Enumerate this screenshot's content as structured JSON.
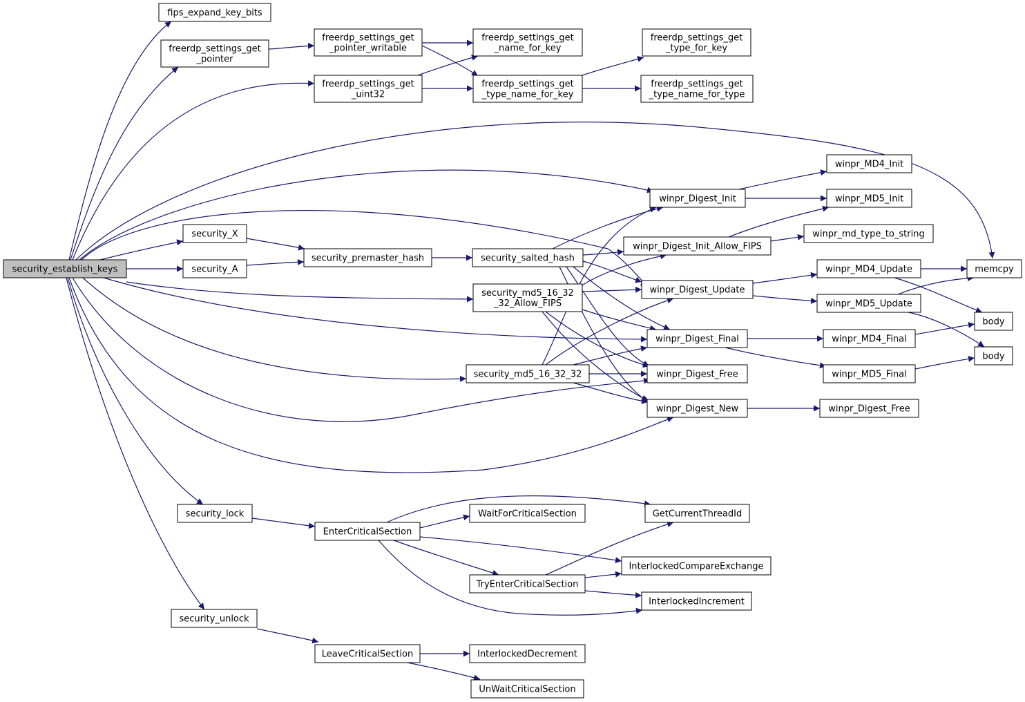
{
  "nodes": [
    {
      "id": "root",
      "lines": [
        "security_establish_keys"
      ],
      "root": true
    },
    {
      "id": "fips",
      "lines": [
        "fips_expand_key_bits"
      ]
    },
    {
      "id": "fs_get_ptr",
      "lines": [
        "freerdp_settings_get",
        "_pointer"
      ]
    },
    {
      "id": "fs_get_ptr_w",
      "lines": [
        "freerdp_settings_get",
        "_pointer_writable"
      ]
    },
    {
      "id": "fs_get_u32",
      "lines": [
        "freerdp_settings_get",
        "_uint32"
      ]
    },
    {
      "id": "fs_name_for_key",
      "lines": [
        "freerdp_settings_get",
        "_name_for_key"
      ]
    },
    {
      "id": "fs_type_name_for_key",
      "lines": [
        "freerdp_settings_get",
        "_type_name_for_key"
      ]
    },
    {
      "id": "fs_type_for_key",
      "lines": [
        "freerdp_settings_get",
        "_type_for_key"
      ]
    },
    {
      "id": "fs_type_name_for_type",
      "lines": [
        "freerdp_settings_get",
        "_type_name_for_type"
      ]
    },
    {
      "id": "memcpy",
      "lines": [
        "memcpy"
      ]
    },
    {
      "id": "md4_init",
      "lines": [
        "winpr_MD4_Init"
      ]
    },
    {
      "id": "digest_init",
      "lines": [
        "winpr_Digest_Init"
      ]
    },
    {
      "id": "md5_init",
      "lines": [
        "winpr_MD5_Init"
      ]
    },
    {
      "id": "security_x",
      "lines": [
        "security_X"
      ]
    },
    {
      "id": "security_a",
      "lines": [
        "security_A"
      ]
    },
    {
      "id": "premaster",
      "lines": [
        "security_premaster_hash"
      ]
    },
    {
      "id": "salted",
      "lines": [
        "security_salted_hash"
      ]
    },
    {
      "id": "digest_init_fips",
      "lines": [
        "winpr_Digest_Init_Allow_FIPS"
      ]
    },
    {
      "id": "md_type_str",
      "lines": [
        "winpr_md_type_to_string"
      ]
    },
    {
      "id": "md5_fips",
      "lines": [
        "security_md5_16_32",
        "_32_Allow_FIPS"
      ]
    },
    {
      "id": "digest_update",
      "lines": [
        "winpr_Digest_Update"
      ]
    },
    {
      "id": "md4_update",
      "lines": [
        "winpr_MD4_Update"
      ]
    },
    {
      "id": "md5_update",
      "lines": [
        "winpr_MD5_Update"
      ]
    },
    {
      "id": "body1",
      "lines": [
        "body"
      ]
    },
    {
      "id": "body2",
      "lines": [
        "body"
      ]
    },
    {
      "id": "digest_final",
      "lines": [
        "winpr_Digest_Final"
      ]
    },
    {
      "id": "md4_final",
      "lines": [
        "winpr_MD4_Final"
      ]
    },
    {
      "id": "md5_final",
      "lines": [
        "winpr_MD5_Final"
      ]
    },
    {
      "id": "md5_163232",
      "lines": [
        "security_md5_16_32_32"
      ]
    },
    {
      "id": "digest_free",
      "lines": [
        "winpr_Digest_Free"
      ]
    },
    {
      "id": "digest_new",
      "lines": [
        "winpr_Digest_New"
      ]
    },
    {
      "id": "digest_free2",
      "lines": [
        "winpr_Digest_Free"
      ]
    },
    {
      "id": "security_lock",
      "lines": [
        "security_lock"
      ]
    },
    {
      "id": "enter_cs",
      "lines": [
        "EnterCriticalSection"
      ]
    },
    {
      "id": "wait_cs",
      "lines": [
        "WaitForCriticalSection"
      ]
    },
    {
      "id": "get_tid",
      "lines": [
        "GetCurrentThreadId"
      ]
    },
    {
      "id": "interlocked_cx",
      "lines": [
        "InterlockedCompareExchange"
      ]
    },
    {
      "id": "try_enter_cs",
      "lines": [
        "TryEnterCriticalSection"
      ]
    },
    {
      "id": "interlocked_inc",
      "lines": [
        "InterlockedIncrement"
      ]
    },
    {
      "id": "security_unlock",
      "lines": [
        "security_unlock"
      ]
    },
    {
      "id": "leave_cs",
      "lines": [
        "LeaveCriticalSection"
      ]
    },
    {
      "id": "interlocked_dec",
      "lines": [
        "InterlockedDecrement"
      ]
    },
    {
      "id": "unwait_cs",
      "lines": [
        "UnWaitCriticalSection"
      ]
    }
  ],
  "edges": [
    [
      "root",
      "fips"
    ],
    [
      "root",
      "fs_get_ptr"
    ],
    [
      "root",
      "fs_get_u32"
    ],
    [
      "root",
      "memcpy"
    ],
    [
      "root",
      "digest_init"
    ],
    [
      "root",
      "digest_update"
    ],
    [
      "root",
      "security_x"
    ],
    [
      "root",
      "security_a"
    ],
    [
      "root",
      "md5_fips"
    ],
    [
      "root",
      "digest_final"
    ],
    [
      "root",
      "md5_163232"
    ],
    [
      "root",
      "digest_free"
    ],
    [
      "root",
      "digest_new"
    ],
    [
      "root",
      "security_lock"
    ],
    [
      "root",
      "security_unlock"
    ],
    [
      "fs_get_ptr",
      "fs_get_ptr_w"
    ],
    [
      "fs_get_ptr_w",
      "fs_name_for_key"
    ],
    [
      "fs_get_ptr_w",
      "fs_type_name_for_key"
    ],
    [
      "fs_get_u32",
      "fs_name_for_key"
    ],
    [
      "fs_get_u32",
      "fs_type_name_for_key"
    ],
    [
      "fs_type_name_for_key",
      "fs_type_for_key"
    ],
    [
      "fs_type_name_for_key",
      "fs_type_name_for_type"
    ],
    [
      "digest_init",
      "md4_init"
    ],
    [
      "digest_init",
      "md5_init"
    ],
    [
      "security_x",
      "premaster"
    ],
    [
      "security_a",
      "premaster"
    ],
    [
      "premaster",
      "salted"
    ],
    [
      "salted",
      "digest_init"
    ],
    [
      "salted",
      "digest_init_fips"
    ],
    [
      "salted",
      "digest_update"
    ],
    [
      "salted",
      "digest_final"
    ],
    [
      "salted",
      "digest_free"
    ],
    [
      "salted",
      "digest_new"
    ],
    [
      "digest_init_fips",
      "md5_init"
    ],
    [
      "digest_init_fips",
      "md_type_str"
    ],
    [
      "md5_fips",
      "digest_init_fips"
    ],
    [
      "md5_fips",
      "digest_update"
    ],
    [
      "md5_fips",
      "digest_final"
    ],
    [
      "md5_fips",
      "digest_free"
    ],
    [
      "md5_fips",
      "digest_new"
    ],
    [
      "md5_163232",
      "digest_init"
    ],
    [
      "md5_163232",
      "digest_update"
    ],
    [
      "md5_163232",
      "digest_final"
    ],
    [
      "md5_163232",
      "digest_free"
    ],
    [
      "md5_163232",
      "digest_new"
    ],
    [
      "digest_update",
      "md4_update"
    ],
    [
      "digest_update",
      "md5_update"
    ],
    [
      "md4_update",
      "memcpy"
    ],
    [
      "md4_update",
      "body1"
    ],
    [
      "md5_update",
      "memcpy"
    ],
    [
      "md5_update",
      "body2"
    ],
    [
      "digest_final",
      "md4_final"
    ],
    [
      "digest_final",
      "md5_final"
    ],
    [
      "md4_final",
      "body1"
    ],
    [
      "md5_final",
      "body2"
    ],
    [
      "digest_new",
      "digest_free2"
    ],
    [
      "security_lock",
      "enter_cs"
    ],
    [
      "enter_cs",
      "wait_cs"
    ],
    [
      "enter_cs",
      "get_tid"
    ],
    [
      "enter_cs",
      "interlocked_cx"
    ],
    [
      "enter_cs",
      "try_enter_cs"
    ],
    [
      "enter_cs",
      "interlocked_inc"
    ],
    [
      "try_enter_cs",
      "get_tid"
    ],
    [
      "try_enter_cs",
      "interlocked_cx"
    ],
    [
      "try_enter_cs",
      "interlocked_inc"
    ],
    [
      "security_unlock",
      "leave_cs"
    ],
    [
      "leave_cs",
      "interlocked_dec"
    ],
    [
      "leave_cs",
      "unwait_cs"
    ]
  ],
  "colors": {
    "edge": "#191970",
    "root_fill": "#bfbfbf",
    "node_fill": "#ffffff",
    "node_border": "#000000"
  }
}
